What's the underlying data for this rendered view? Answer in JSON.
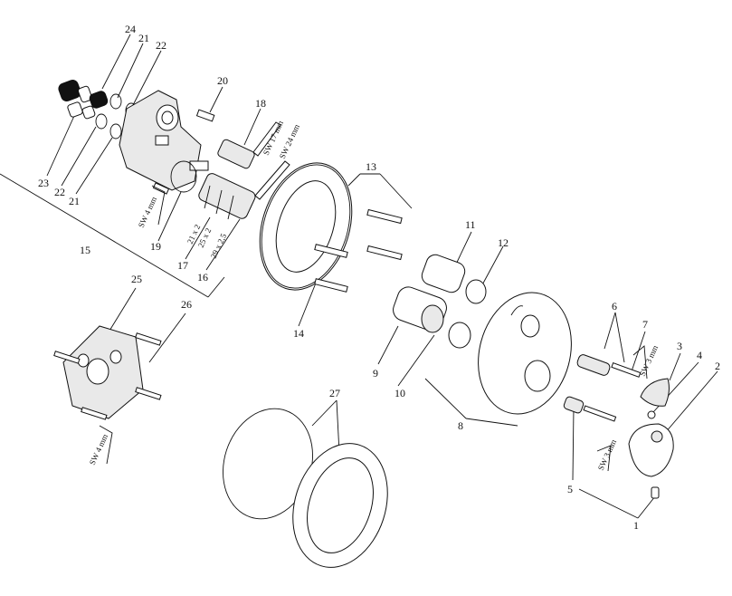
{
  "part_numbers": {
    "p1": "1",
    "p2": "2",
    "p3": "3",
    "p4": "4",
    "p5": "5",
    "p6": "6",
    "p7": "7",
    "p8": "8",
    "p9": "9",
    "p10": "10",
    "p11": "11",
    "p12": "12",
    "p13": "13",
    "p14": "14",
    "p15": "15",
    "p16": "16",
    "p17": "17",
    "p18": "18",
    "p19": "19",
    "p20": "20",
    "p21a": "21",
    "p21b": "21",
    "p22a": "22",
    "p22b": "22",
    "p23": "23",
    "p24": "24",
    "p25": "25",
    "p26": "26",
    "p27": "27"
  },
  "tool_labels": {
    "sw4_left": "SW 4 mm",
    "sw4_bottom": "SW 4 mm",
    "sw17": "SW 17 mm",
    "sw24": "SW 24 mm",
    "sw3_upper": "SW 3 mm",
    "sw3_lower": "SW 3 mm"
  },
  "oring_labels": {
    "o1": "21 x 2",
    "o2": "25 x 2",
    "o3": "29 x 2,5"
  }
}
